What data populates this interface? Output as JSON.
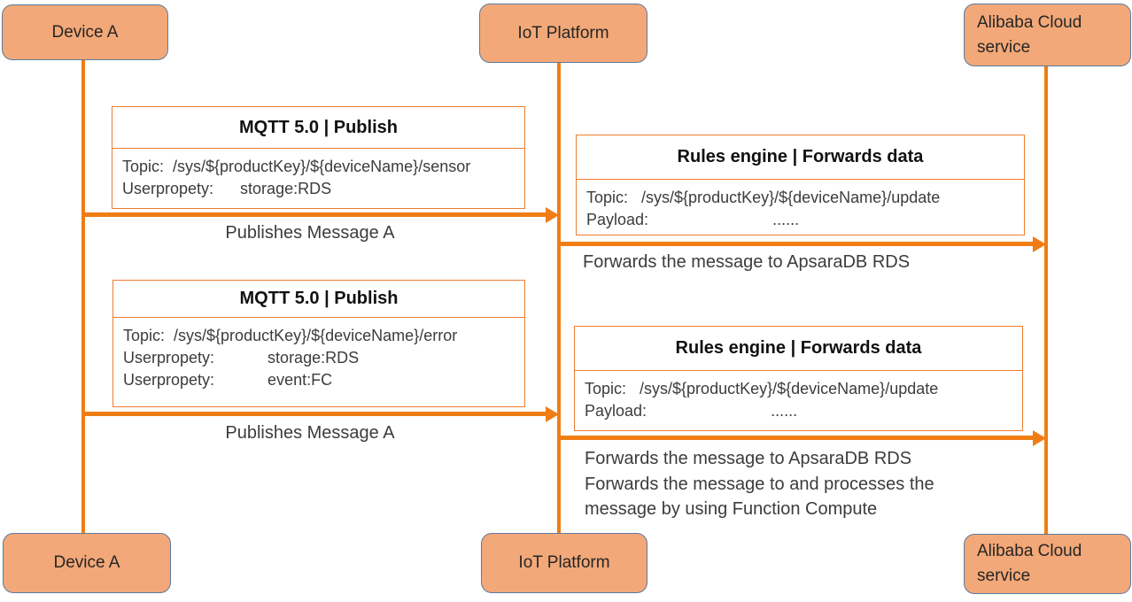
{
  "colors": {
    "actor_fill": "#F2A878",
    "actor_border": "#5B7B9E",
    "line_orange": "#F07D14",
    "box_border": "#ED7D31",
    "text_dark": "#3C3C3C",
    "header_text": "#111111"
  },
  "actors": {
    "device_a": "Device A",
    "iot_platform": "IoT Platform",
    "alibaba_cloud": "Alibaba Cloud service"
  },
  "messages": {
    "mqtt1": {
      "title": "MQTT 5.0 | Publish",
      "rows": [
        "Topic:  /sys/${productKey}/${deviceName}/sensor",
        "Userpropety:      storage:RDS"
      ]
    },
    "mqtt2": {
      "title": "MQTT 5.0 | Publish",
      "rows": [
        "Topic:  /sys/${productKey}/${deviceName}/error",
        "Userpropety:            storage:RDS",
        "Userpropety:            event:FC"
      ]
    },
    "rules1": {
      "title": "Rules engine | Forwards data",
      "rows": [
        "Topic:   /sys/${productKey}/${deviceName}/update",
        "Payload:                            ......"
      ]
    },
    "rules2": {
      "title": "Rules engine | Forwards data",
      "rows": [
        "Topic:   /sys/${productKey}/${deviceName}/update",
        "Payload:                            ......"
      ]
    }
  },
  "arrow_labels": {
    "publish1": "Publishes Message A",
    "forward1": "Forwards the message to ApsaraDB RDS",
    "publish2": "Publishes Message A",
    "forward2_lines": [
      "Forwards the message to ApsaraDB RDS",
      "Forwards the message to and processes the",
      "message by using Function Compute"
    ]
  }
}
